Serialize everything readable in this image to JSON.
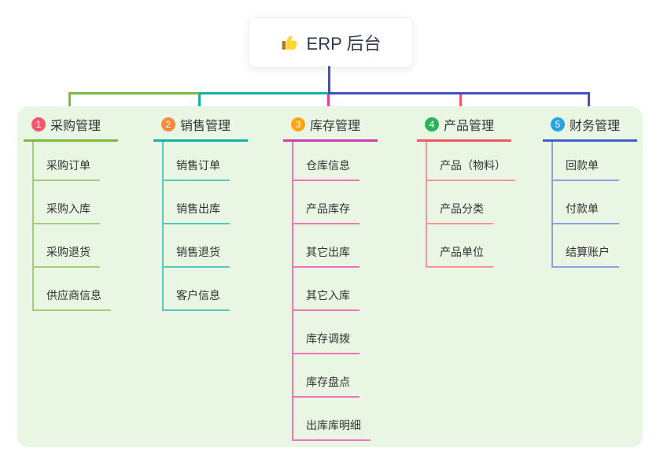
{
  "root": {
    "label": "ERP 后台",
    "icon": "thumbs-up",
    "icon_colors": {
      "hand": "#fdd835",
      "cuff": "#b5772a"
    }
  },
  "connector_colors": {
    "root_drop": "#4052c4",
    "horizontal_segments": [
      "#7cb93e",
      "#12b2a8",
      "#4052c4"
    ],
    "branch_drops": [
      "#7cb93e",
      "#12b2a8",
      "#e23e96",
      "#f4566a",
      "#4052c4"
    ]
  },
  "panel_background": "#e9f6e3",
  "branches": [
    {
      "num": "1",
      "label": "采购管理",
      "badge_color": "#f4566a",
      "color": "#7cb93e",
      "line_color": "#a3cd78",
      "items": [
        "采购订单",
        "采购入库",
        "采购退货",
        "供应商信息"
      ]
    },
    {
      "num": "2",
      "label": "销售管理",
      "badge_color": "#f78a3d",
      "color": "#12b2a8",
      "line_color": "#58c7bd",
      "items": [
        "销售订单",
        "销售出库",
        "销售退货",
        "客户信息"
      ]
    },
    {
      "num": "3",
      "label": "库存管理",
      "badge_color": "#ffa60f",
      "color": "#cb3fa9",
      "line_color": "#ef75bb",
      "items": [
        "仓库信息",
        "产品库存",
        "其它出库",
        "其它入库",
        "库存调拨",
        "库存盘点",
        "出库库明细"
      ]
    },
    {
      "num": "4",
      "label": "产品管理",
      "badge_color": "#27b558",
      "color": "#f2565e",
      "line_color": "#f8959a",
      "items": [
        "产品（物料）",
        "产品分类",
        "产品单位"
      ]
    },
    {
      "num": "5",
      "label": "财务管理",
      "badge_color": "#2ba3e0",
      "color": "#3f62c9",
      "line_color": "#8ba2da",
      "items": [
        "回款单",
        "付款单",
        "结算账户"
      ]
    }
  ]
}
